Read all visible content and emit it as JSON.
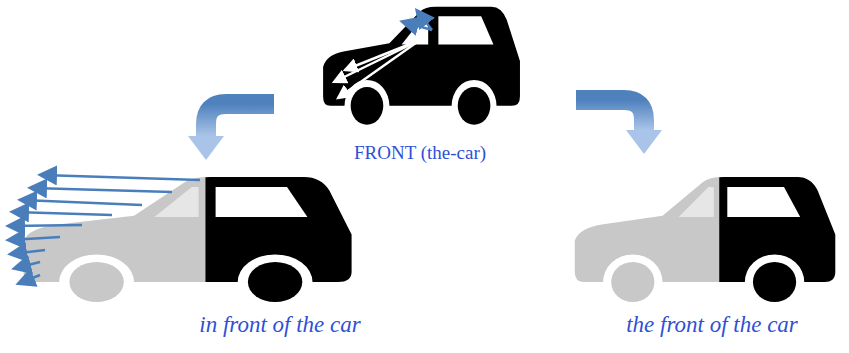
{
  "diagram": {
    "labels": [
      "FRONT (the-car)",
      "in front of the car",
      "the front of the car"
    ]
  }
}
